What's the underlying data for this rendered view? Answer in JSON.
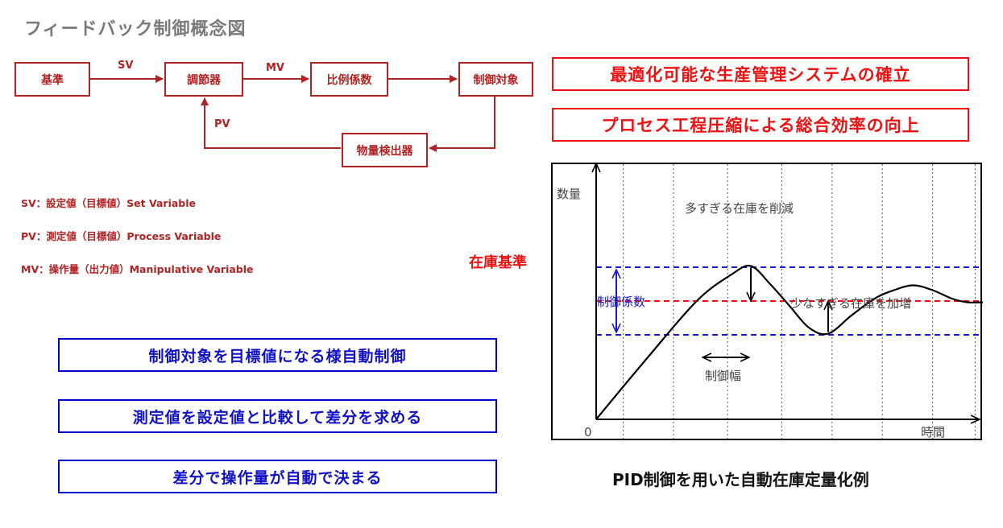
{
  "page_title": "フィードバック制御概念図",
  "block_diagram": {
    "blocks": {
      "reference": "基準",
      "controller": "調節器",
      "proportional": "比例係数",
      "plant": "制御対象",
      "detector": "物量検出器"
    },
    "signals": {
      "sv": "SV",
      "mv": "MV",
      "pv": "PV"
    }
  },
  "legend": [
    "SV：設定値（目標値）Set Variable",
    "PV：測定値（目標値）Process Variable",
    "MV：操作量（出力値）Manipulative Variable"
  ],
  "red_boxes": [
    "最適化可能な生産管理システムの確立",
    "プロセス工程圧縮による総合効率の向上"
  ],
  "blue_boxes": [
    "制御対象を目標値になる様自動制御",
    "測定値を設定値と比較して差分を求める",
    "差分で操作量が自動で決まる"
  ],
  "chart_data": {
    "type": "line",
    "title": "PID制御を用いた自動在庫定量化例",
    "ylabel": "数量",
    "xlabel": "時間",
    "origin_label": "0",
    "reference_label": "在庫基準",
    "annotations": {
      "reduce": "多すぎる在庫を削減",
      "increase": "少なすぎる在庫を加増",
      "control_coefficient": "制御係数",
      "control_width": "制御幅"
    },
    "colors": {
      "reference": "#ee1111",
      "band": "#1a1acc",
      "curve": "#000000"
    },
    "xlim": [
      0,
      10
    ],
    "ylim": [
      0,
      10
    ],
    "reference_level": 4.9,
    "band": [
      3.5,
      6.3
    ],
    "curve": {
      "x": [
        0,
        1.3,
        2.6,
        3.5,
        4.0,
        4.5,
        5.0,
        5.5,
        6.0,
        6.6,
        7.2,
        7.7,
        8.2,
        8.7,
        9.2,
        9.6,
        10.0
      ],
      "y": [
        0,
        2.5,
        4.9,
        6.0,
        6.35,
        5.6,
        4.7,
        3.8,
        3.55,
        4.3,
        5.0,
        5.35,
        5.55,
        5.35,
        5.0,
        4.85,
        4.85
      ]
    },
    "gridlines_x": [
      0.7,
      2.0,
      3.4,
      4.8,
      6.1,
      7.4,
      8.7,
      9.8
    ]
  }
}
